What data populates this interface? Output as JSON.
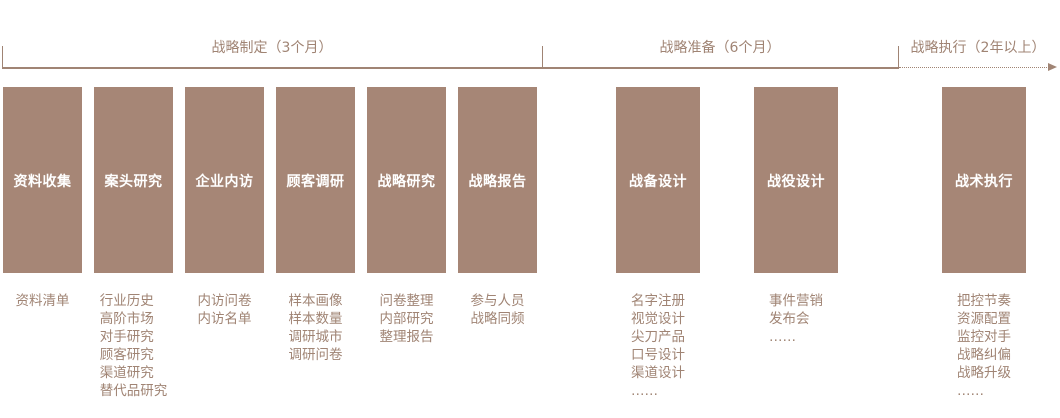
{
  "accent_color": "#a68676",
  "phases": [
    {
      "label": "战略制定（3个月）"
    },
    {
      "label": "战略准备（6个月）"
    },
    {
      "label": "战略执行（2年以上）"
    }
  ],
  "steps": [
    {
      "title": "资料收集",
      "items": [
        "资料清单"
      ]
    },
    {
      "title": "案头研究",
      "items": [
        "行业历史",
        "高阶市场",
        "对手研究",
        "顾客研究",
        "渠道研究",
        "替代品研究"
      ]
    },
    {
      "title": "企业内访",
      "items": [
        "内访问卷",
        "内访名单"
      ]
    },
    {
      "title": "顾客调研",
      "items": [
        "样本画像",
        "样本数量",
        "调研城市",
        "调研问卷"
      ]
    },
    {
      "title": "战略研究",
      "items": [
        "问卷整理",
        "内部研究",
        "整理报告"
      ]
    },
    {
      "title": "战略报告",
      "items": [
        "参与人员",
        "战略同频"
      ]
    },
    {
      "title": "战备设计",
      "items": [
        "名字注册",
        "视觉设计",
        "尖刀产品",
        "口号设计",
        "渠道设计",
        "……"
      ]
    },
    {
      "title": "战役设计",
      "items": [
        "事件营销",
        "发布会",
        "……"
      ]
    },
    {
      "title": "战术执行",
      "items": [
        "把控节奏",
        "资源配置",
        "监控对手",
        "战略纠偏",
        "战略升级",
        "……"
      ]
    }
  ]
}
